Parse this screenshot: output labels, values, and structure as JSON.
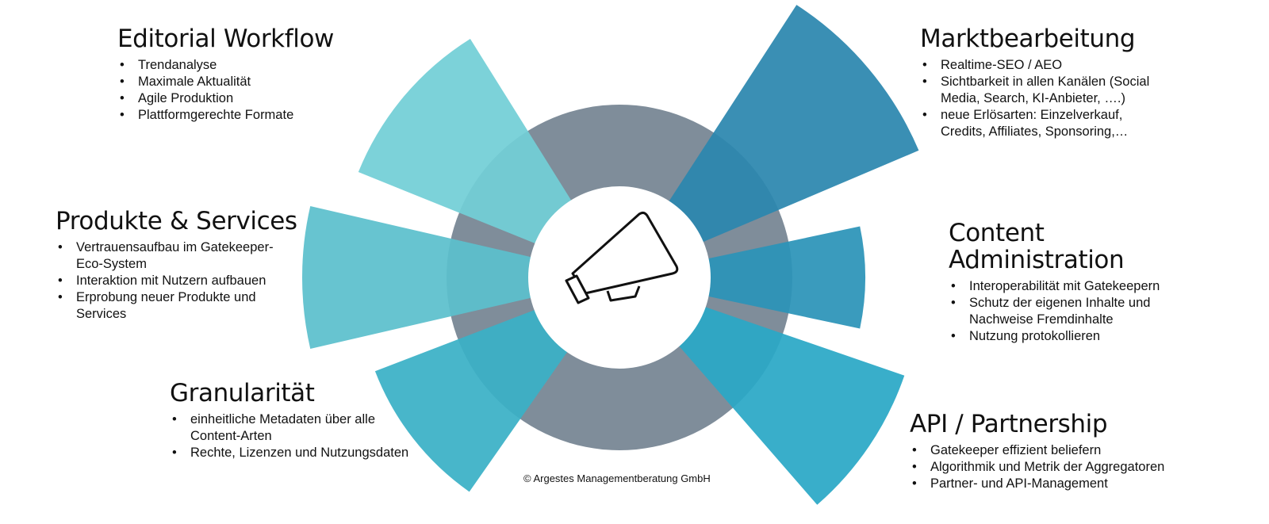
{
  "colors": {
    "ring": "#7f8d9a",
    "editorial": "#72cfd6",
    "produkte": "#5bbfcc",
    "granularitaet": "#3ab0c6",
    "markt": "#2b86ae",
    "content": "#2b93b8",
    "api": "#2aa8c6"
  },
  "center_icon": "megaphone-icon",
  "blocks": {
    "editorial": {
      "title": "Editorial Workflow",
      "items": [
        "Trendanalyse",
        "Maximale Aktualität",
        "Agile Produktion",
        "Plattformgerechte Formate"
      ]
    },
    "produkte": {
      "title": "Produkte & Services",
      "items": [
        "Vertrauensaufbau im Gatekeeper-Eco-System",
        "Interaktion mit Nutzern aufbauen",
        "Erprobung neuer Produkte und Services"
      ]
    },
    "granularitaet": {
      "title": "Granularität",
      "items": [
        "einheitliche Metadaten über alle Content-Arten",
        "Rechte, Lizenzen und Nutzungsdaten"
      ]
    },
    "markt": {
      "title": "Marktbearbeitung",
      "items": [
        "Realtime-SEO / AEO",
        "Sichtbarkeit in allen Kanälen (Social Media, Search, KI-Anbieter, ….)",
        "neue Erlösarten: Einzelverkauf, Credits, Affiliates, Sponsoring,…"
      ]
    },
    "content": {
      "title": "Content Administration",
      "items": [
        "Interoperabilität mit Gatekeepern",
        "Schutz der eigenen Inhalte und Nachweise Fremdinhalte",
        "Nutzung protokollieren"
      ]
    },
    "api": {
      "title": "API / Partnership",
      "items": [
        "Gatekeeper effizient beliefern",
        "Algorithmik und Metrik der Aggregatoren",
        "Partner- und API-Management"
      ]
    }
  },
  "copyright": "© Argestes Managementberatung GmbH"
}
